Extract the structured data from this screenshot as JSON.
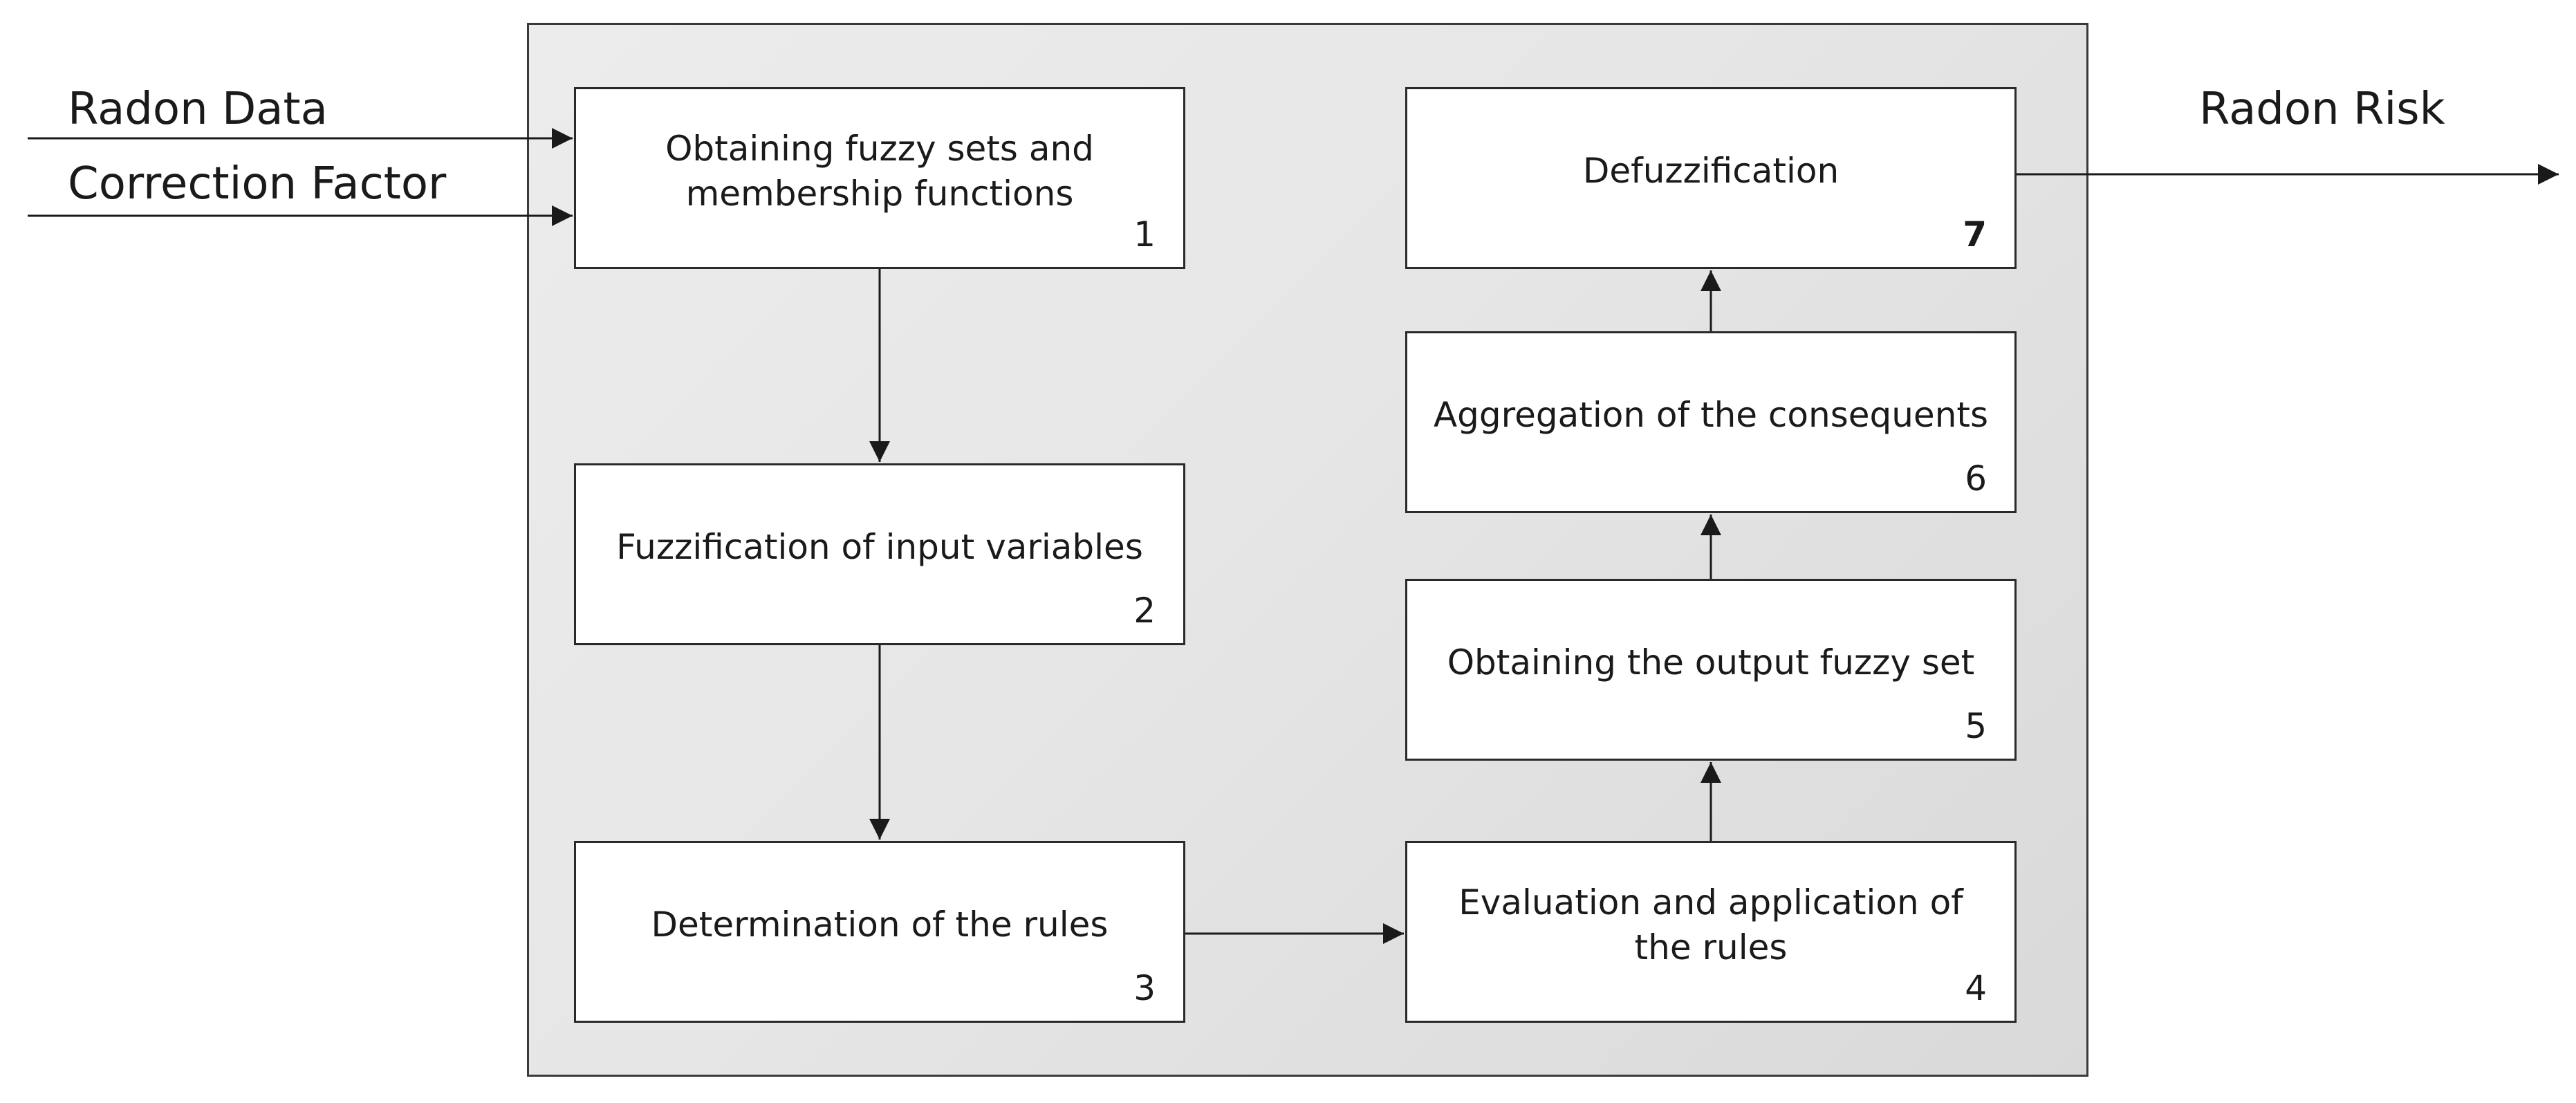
{
  "inputs": [
    {
      "label": "Radon Data"
    },
    {
      "label": "Correction Factor"
    }
  ],
  "output": {
    "label": "Radon Risk"
  },
  "steps": [
    {
      "number": "1",
      "label": "Obtaining fuzzy sets and membership functions"
    },
    {
      "number": "2",
      "label": "Fuzzification of input variables"
    },
    {
      "number": "3",
      "label": "Determination of the rules"
    },
    {
      "number": "4",
      "label": "Evaluation and application of the rules"
    },
    {
      "number": "5",
      "label": "Obtaining the output fuzzy set"
    },
    {
      "number": "6",
      "label": "Aggregation of the consequents"
    },
    {
      "number": "7",
      "label": "Defuzzification"
    }
  ],
  "colors": {
    "line": "#1a1a1a",
    "frame_fill_light": "#ececec",
    "frame_fill_dark": "#d9d9d9",
    "box_fill": "#ffffff"
  }
}
